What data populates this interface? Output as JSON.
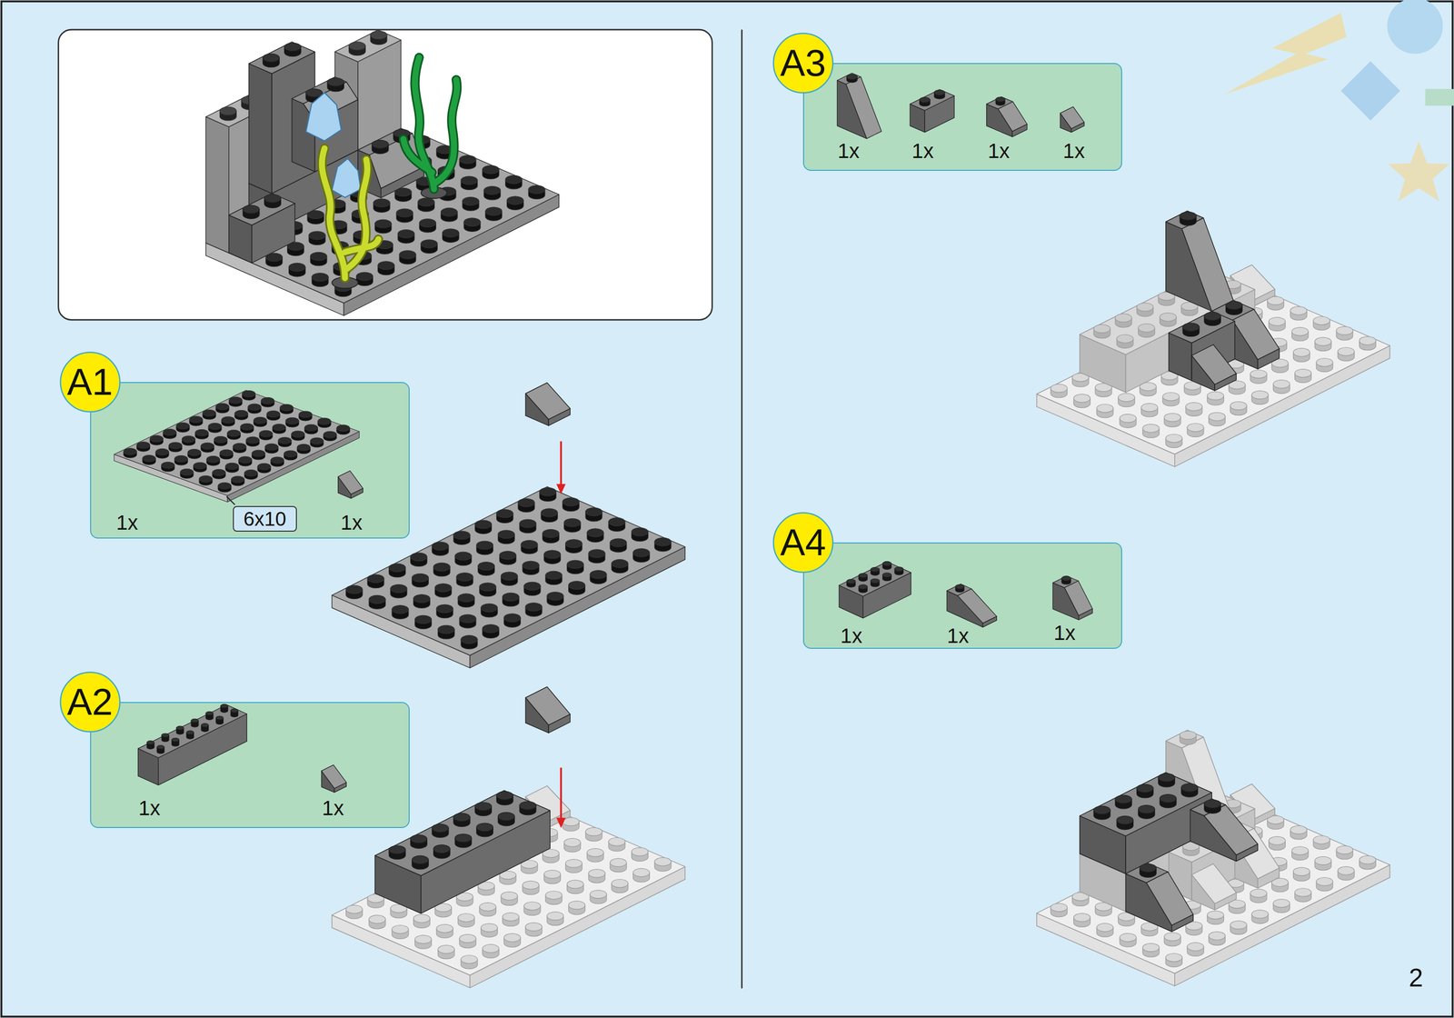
{
  "diagram": {
    "nodes": [
      {
        "text": [
          "A1"
        ]
      },
      {
        "text": [
          "1x",
          "1x"
        ]
      },
      {
        "text": [
          "6x10"
        ],
        "in": 1
      },
      {
        "text": [
          "A2"
        ]
      },
      {
        "text": [
          "1x",
          "1x"
        ]
      },
      {
        "text": [
          "A3"
        ]
      },
      {
        "text": [
          "1x",
          "1x",
          "1x",
          "1x"
        ]
      },
      {
        "text": [
          "A4"
        ]
      },
      {
        "text": [
          "1x",
          "1x",
          "1x"
        ]
      }
    ],
    "labels": [
      "2"
    ]
  }
}
